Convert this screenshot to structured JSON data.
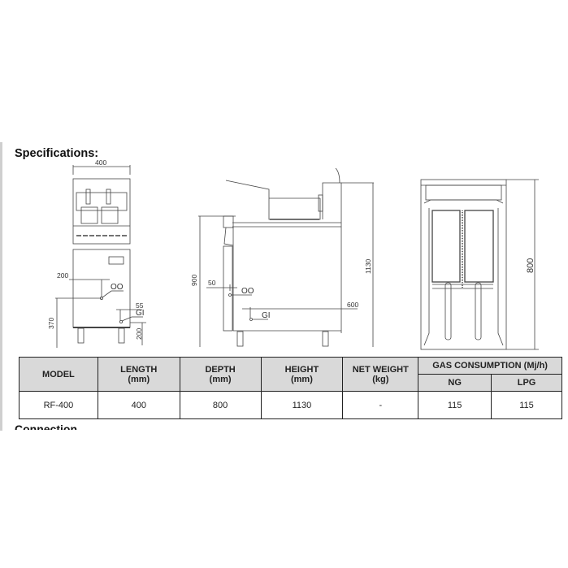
{
  "document": {
    "title": "Specifications:",
    "next_section_partial": "Connection"
  },
  "drawings": {
    "front_view": {
      "width_dim": "400",
      "outlet_offset": "200",
      "outlet_label": "OO",
      "inlet_offset": "55",
      "inlet_label": "GI",
      "outlet_height": "370",
      "inlet_height": "200"
    },
    "side_view": {
      "top_height": "900",
      "overall_height": "1130",
      "outlet_offset": "50",
      "outlet_label": "OO",
      "inlet_offset": "600",
      "inlet_label": "GI"
    },
    "top_view": {
      "depth_dim": "800"
    }
  },
  "table": {
    "headers": {
      "model": "MODEL",
      "length": "LENGTH",
      "length_unit": "(mm)",
      "depth": "DEPTH",
      "depth_unit": "(mm)",
      "height": "HEIGHT",
      "height_unit": "(mm)",
      "net_weight": "NET WEIGHT",
      "net_weight_unit": "(kg)",
      "gas": "GAS CONSUMPTION (Mj/h)",
      "ng": "NG",
      "lpg": "LPG"
    },
    "rows": [
      {
        "model": "RF-400",
        "length": "400",
        "depth": "800",
        "height": "1130",
        "net_weight": "-",
        "ng": "115",
        "lpg": "115"
      }
    ]
  }
}
